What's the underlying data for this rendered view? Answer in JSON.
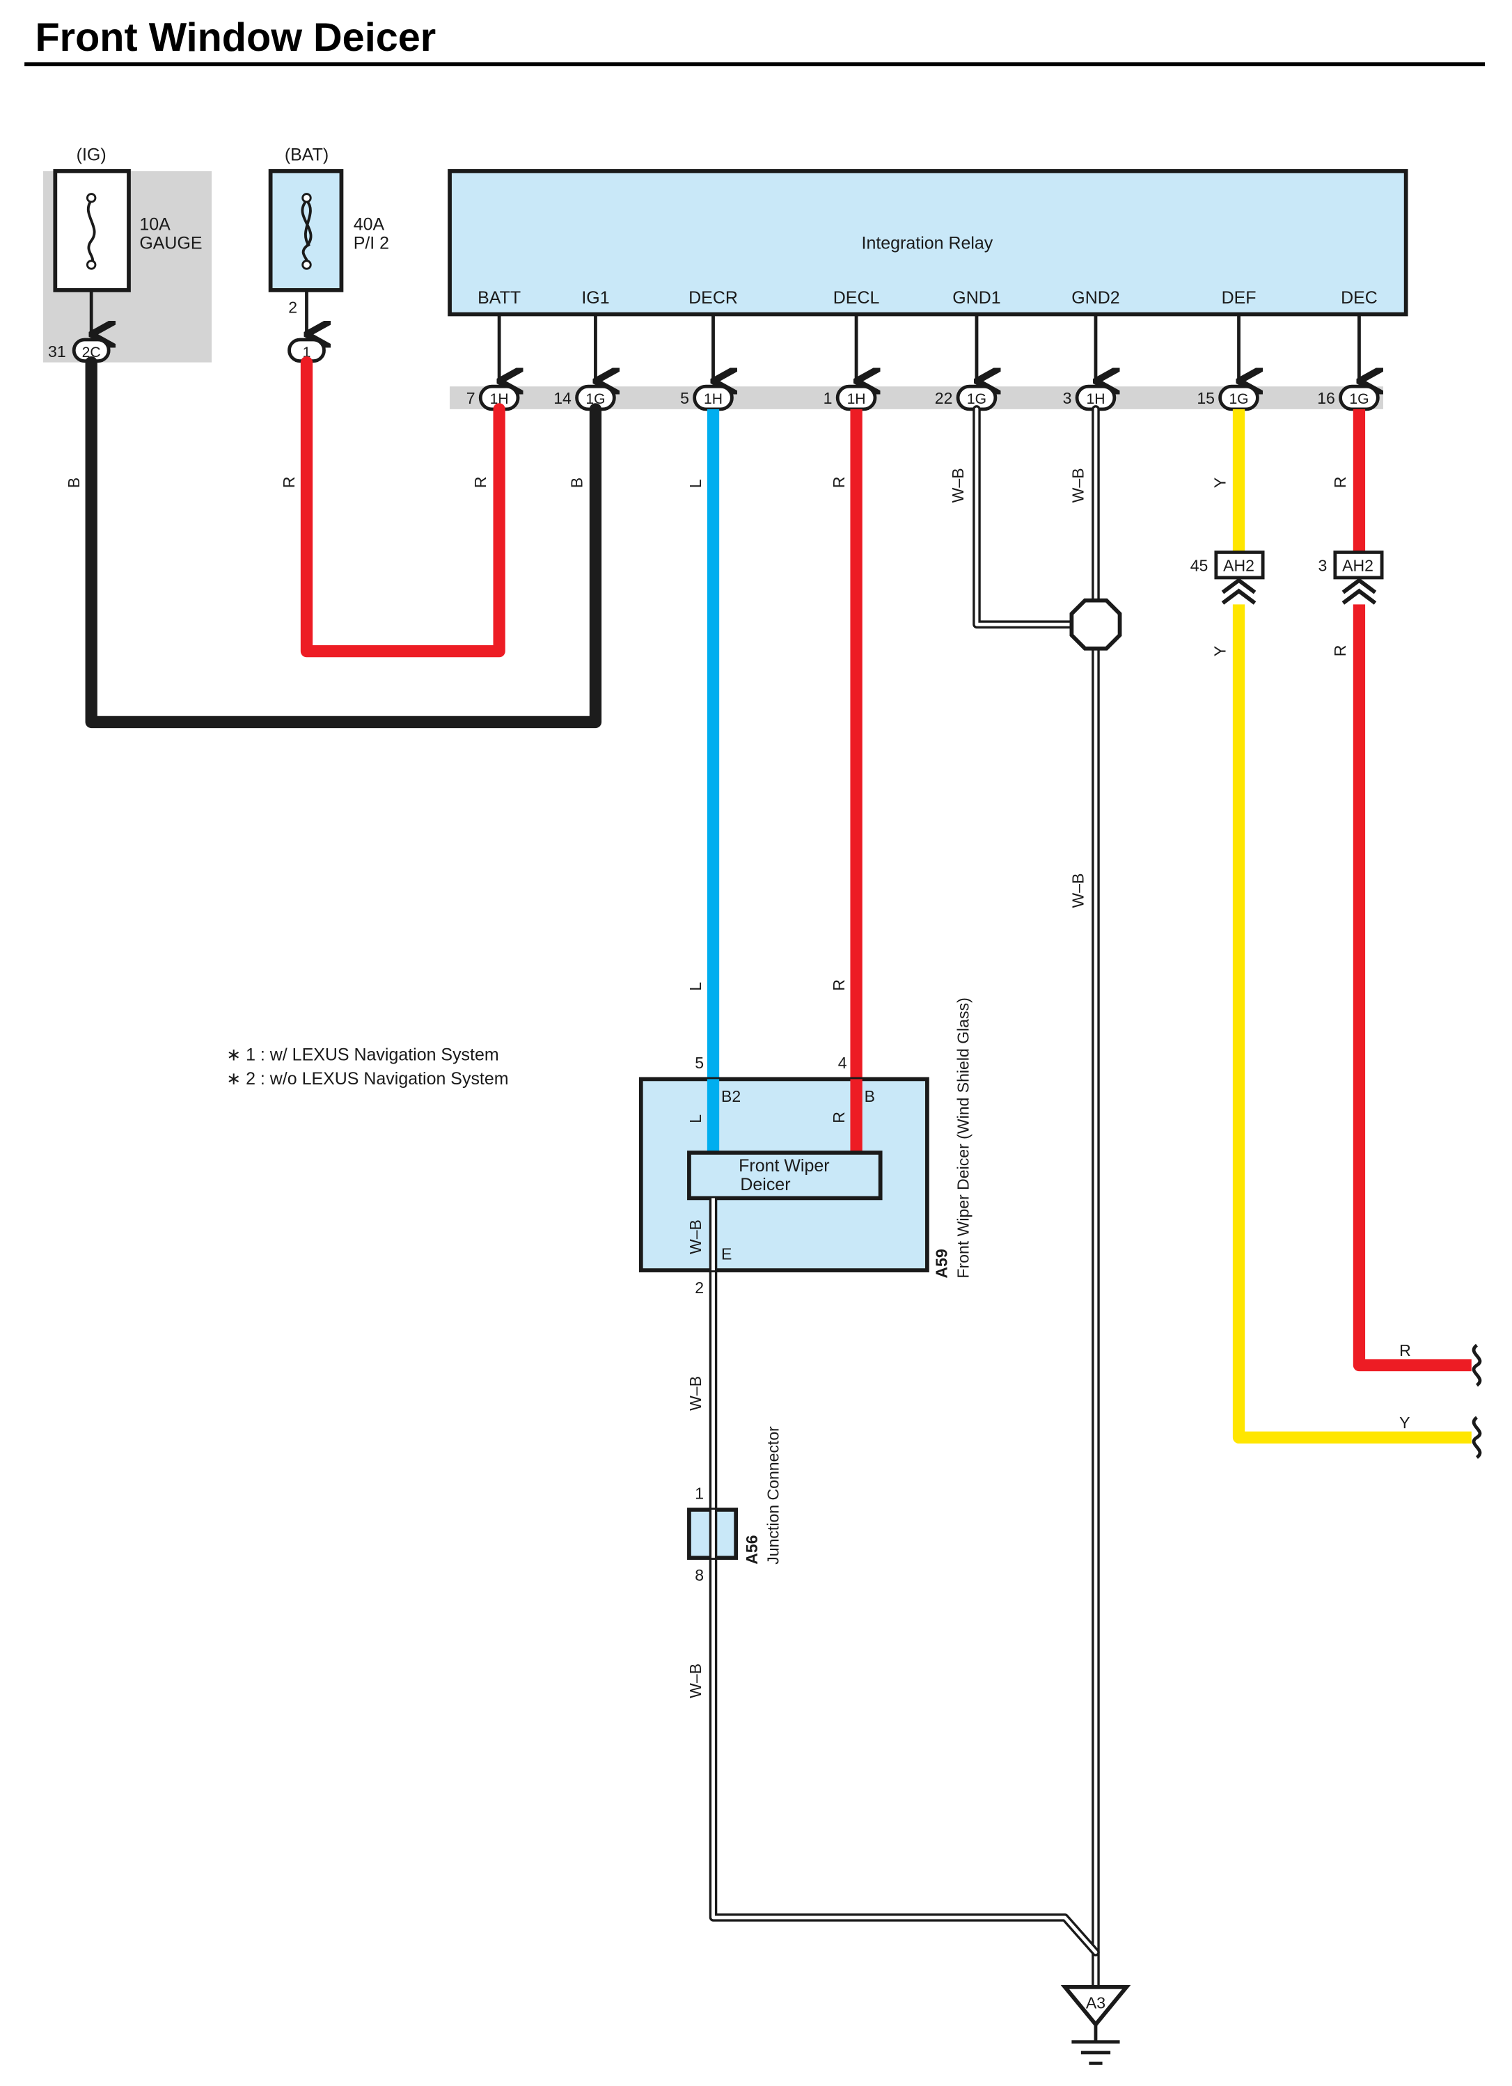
{
  "title": "Front Window Deicer",
  "fuses": {
    "ig": {
      "source": "(IG)",
      "rating": "10A",
      "name": "GAUGE"
    },
    "bat": {
      "source": "(BAT)",
      "rating": "40A",
      "name": "P/I 2"
    }
  },
  "relay": {
    "name": "Integration Relay",
    "terminals": [
      "BATT",
      "IG1",
      "DECR",
      "DECL",
      "GND1",
      "GND2",
      "DEF",
      "DEC"
    ]
  },
  "connectors": [
    {
      "pin": "7",
      "id": "1H"
    },
    {
      "pin": "14",
      "id": "1G"
    },
    {
      "pin": "5",
      "id": "1H"
    },
    {
      "pin": "1",
      "id": "1H"
    },
    {
      "pin": "22",
      "id": "1G"
    },
    {
      "pin": "3",
      "id": "1H"
    },
    {
      "pin": "15",
      "id": "1G"
    },
    {
      "pin": "16",
      "id": "1G"
    }
  ],
  "fuse_connectors": {
    "ig": {
      "pin": "31",
      "id": "2C"
    },
    "bat": {
      "pin": "2",
      "id": "1"
    }
  },
  "inline_connectors": {
    "def": {
      "pin": "45",
      "id": "AH2"
    },
    "dec": {
      "pin": "3",
      "id": "AH2"
    }
  },
  "wire_colors": {
    "B": "B",
    "R": "R",
    "L": "L",
    "W_B": "W–B",
    "Y": "Y"
  },
  "deicer": {
    "code": "A59",
    "name": "Front Wiper Deicer (Wind Shield Glass)",
    "inner_label_1": "Front Wiper",
    "inner_label_2": "Deicer",
    "pin_b2": "5",
    "label_b2": "B2",
    "pin_b": "4",
    "label_b": "B",
    "pin_e": "2",
    "label_e": "E"
  },
  "junction": {
    "code": "A56",
    "name": "Junction Connector",
    "pin_top": "1",
    "pin_bottom": "8"
  },
  "ground": {
    "id": "A3"
  },
  "notes": [
    "∗ 1 : w/ LEXUS Navigation System",
    "∗ 2 : w/o LEXUS Navigation System"
  ],
  "colors": {
    "black": "#1c1c1c",
    "red": "#ed1c24",
    "blue": "#00aeef",
    "yellow": "#ffe600",
    "component_fill": "#c9e8f8",
    "connector_bar": "#d4d4d4",
    "fuse_panel": "#d4d4d4"
  }
}
